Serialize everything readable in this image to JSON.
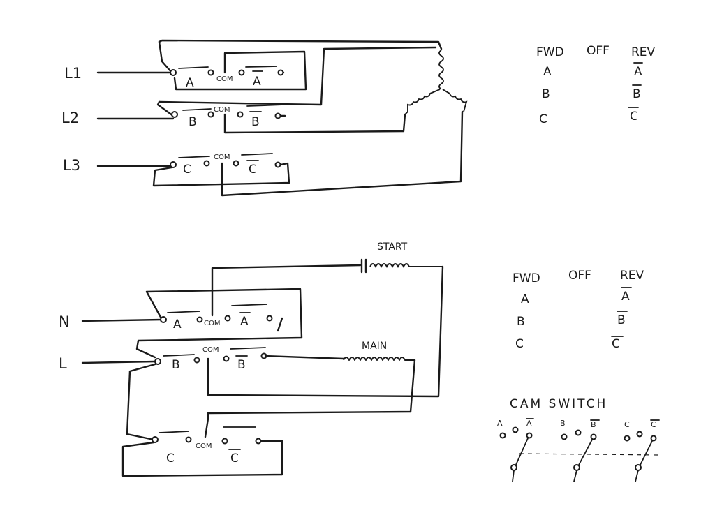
{
  "three_phase": {
    "lines": [
      "L1",
      "L2",
      "L3"
    ],
    "contacts": {
      "a": "A",
      "com1": "COM",
      "a_bar": "A",
      "b": "B",
      "com2": "COM",
      "b_bar": "B",
      "c": "C",
      "com3": "COM",
      "c_bar": "C"
    },
    "table": {
      "headers": [
        "FWD",
        "OFF",
        "REV"
      ],
      "fwd": [
        "A",
        "B",
        "C"
      ],
      "rev": [
        "A",
        "B",
        "C"
      ]
    }
  },
  "single_phase": {
    "lines": [
      "N",
      "L"
    ],
    "start_label": "START",
    "main_label": "MAIN",
    "contacts": {
      "a": "A",
      "com1": "COM",
      "a_bar": "A",
      "b": "B",
      "com2": "COM",
      "b_bar": "B",
      "c": "C",
      "com3": "COM",
      "c_bar": "C"
    },
    "table": {
      "headers": [
        "FWD",
        "OFF",
        "REV"
      ],
      "fwd": [
        "A",
        "B",
        "C"
      ],
      "rev": [
        "A",
        "B",
        "C"
      ]
    },
    "cam_switch": {
      "title": "CAM SWITCH",
      "groups": [
        {
          "left": "A",
          "right": "A"
        },
        {
          "left": "B",
          "right": "B"
        },
        {
          "left": "C",
          "right": "C"
        }
      ]
    }
  }
}
